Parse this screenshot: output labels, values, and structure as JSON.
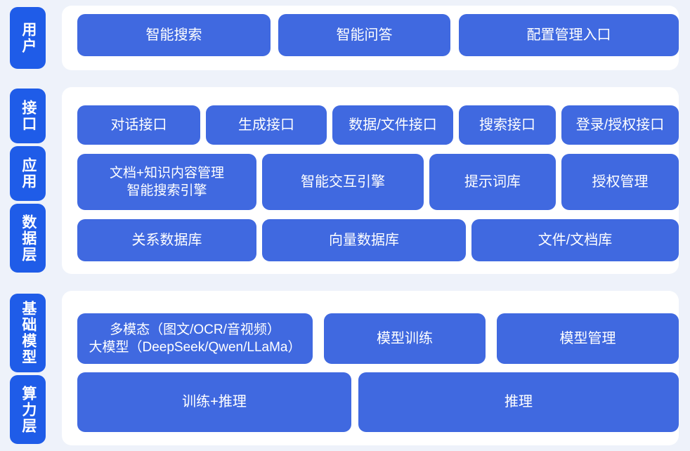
{
  "colors": {
    "background": "#eef2fa",
    "panel": "#ffffff",
    "tab_blue": "#1f5ce8",
    "box_blue": "#4069e0",
    "text_on_blue": "#ffffff"
  },
  "layers": [
    {
      "id": "user",
      "tab_label": "用户",
      "boxes": [
        {
          "label": "智能搜索"
        },
        {
          "label": "智能问答"
        },
        {
          "label": "配置管理入口"
        }
      ]
    },
    {
      "id": "interface",
      "tab_label": "接口",
      "boxes": [
        {
          "label": "对话接口"
        },
        {
          "label": "生成接口"
        },
        {
          "label": "数据/文件接口"
        },
        {
          "label": "搜索接口"
        },
        {
          "label": "登录/授权接口"
        }
      ]
    },
    {
      "id": "application",
      "tab_label": "应用",
      "boxes": [
        {
          "label": "文档+知识内容管理\n智能搜索引擎"
        },
        {
          "label": "智能交互引擎"
        },
        {
          "label": "提示词库"
        },
        {
          "label": "授权管理"
        }
      ]
    },
    {
      "id": "data",
      "tab_label": "数据层",
      "boxes": [
        {
          "label": "关系数据库"
        },
        {
          "label": "向量数据库"
        },
        {
          "label": "文件/文档库"
        }
      ]
    },
    {
      "id": "foundation-model",
      "tab_label": "基础模型",
      "boxes": [
        {
          "label": "多模态（图文/OCR/音视频）\n大模型（DeepSeek/Qwen/LLaMa）"
        },
        {
          "label": "模型训练"
        },
        {
          "label": "模型管理"
        }
      ]
    },
    {
      "id": "compute",
      "tab_label": "算力层",
      "boxes": [
        {
          "label": "训练+推理"
        },
        {
          "label": "推理"
        }
      ]
    }
  ]
}
